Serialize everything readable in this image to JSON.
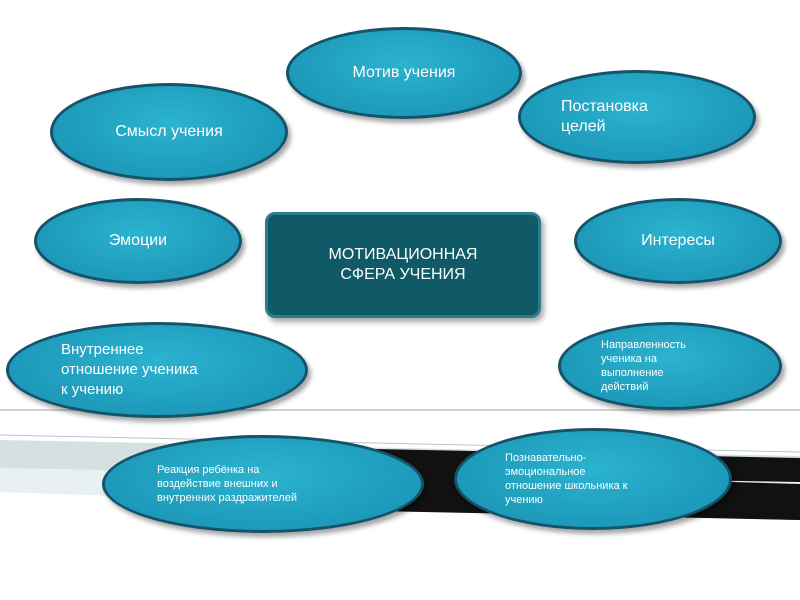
{
  "center": "МОТИВАЦИОННАЯ\nСФЕРА УЧЕНИЯ",
  "nodes": {
    "motive": "Мотив учения",
    "meaning": "Смысл учения",
    "goals": "Постановка\nцелей",
    "emotions": "Эмоции",
    "interests": "Интересы",
    "inner_attitude": "Внутреннее\nотношение ученика\nк учению",
    "direction": "Направленность\nученика на\nвыполнение\nдействий",
    "reaction": "Реакция ребёнка на\nвоздействие внешних и\nвнутренних раздражителей",
    "cognitive": "Познавательно-\nэмоциональное\nотношение школьника к\nучению"
  },
  "colors": {
    "node_fill": "#1f9dbd",
    "node_border": "#15536a",
    "center_fill": "#0f5a66",
    "band_dark": "#111111",
    "band_light": "#cdd9dc"
  }
}
